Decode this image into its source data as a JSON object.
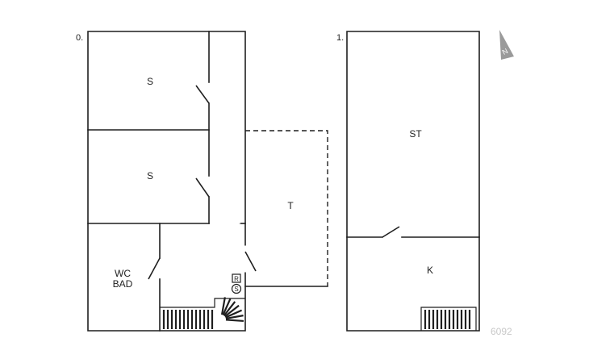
{
  "floors": {
    "ground": {
      "label": "0.",
      "rooms": {
        "bedroom_1": "S",
        "bedroom_2": "S",
        "bathroom_line1": "WC",
        "bathroom_line2": "BAD",
        "terrace": "T"
      },
      "symbols": {
        "r": "R",
        "s": "S"
      }
    },
    "first": {
      "label": "1.",
      "rooms": {
        "living": "ST",
        "kitchen": "K"
      }
    }
  },
  "compass": {
    "letter": "N"
  },
  "plan_code": "6092",
  "colors": {
    "line": "#1f1f1f",
    "compass": "#9a9a9a",
    "code": "#c8c8c8"
  }
}
